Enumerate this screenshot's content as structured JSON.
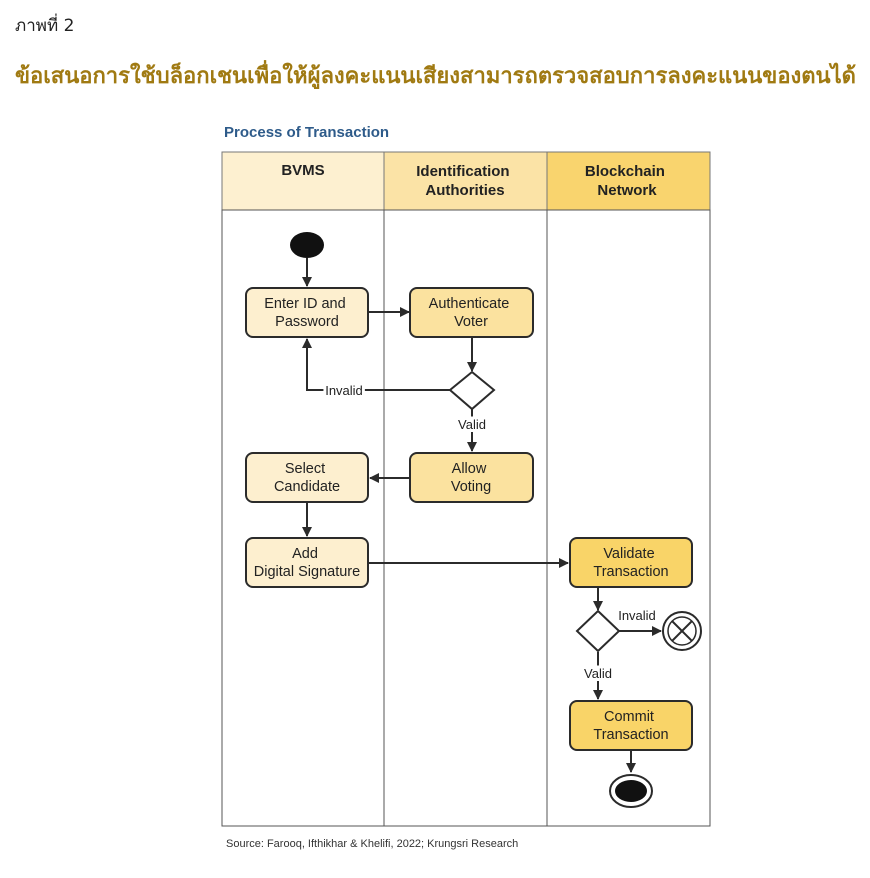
{
  "figure": {
    "label": "ภาพที่ 2",
    "title": "ข้อเสนอการใช้บล็อกเชนเพื่อให้ผู้ลงคะแนนเสียงสามารถตรวจสอบการลงคะแนนของตนได้"
  },
  "diagram": {
    "title": "Process of Transaction",
    "lanes": [
      {
        "label_lines": [
          "BVMS"
        ]
      },
      {
        "label_lines": [
          "Identification",
          "Authorities"
        ]
      },
      {
        "label_lines": [
          "Blockchain",
          "Network"
        ]
      }
    ],
    "nodes": {
      "enter_id": [
        "Enter ID and",
        "Password"
      ],
      "authenticate": [
        "Authenticate",
        "Voter"
      ],
      "allow_voting": [
        "Allow",
        "Voting"
      ],
      "select_candidate": [
        "Select",
        "Candidate"
      ],
      "add_signature": [
        "Add",
        "Digital Signature"
      ],
      "validate": [
        "Validate",
        "Transaction"
      ],
      "commit": [
        "Commit",
        "Transaction"
      ]
    },
    "edge_labels": {
      "invalid_1": "Invalid",
      "valid_1": "Valid",
      "invalid_2": "Invalid",
      "valid_2": "Valid"
    }
  },
  "source": "Source: Farooq, Ifthikhar & Khelifi, 2022; Krungsri Research",
  "colors": {
    "title": "#a07a12",
    "diagram_title": "#2e5b8a",
    "lane_header_1": "#fdf0d0",
    "lane_header_2": "#fbe3a6",
    "lane_header_3": "#f9d46e",
    "node_light": "#fdefcf",
    "node_mid": "#fbe29f",
    "node_dark": "#f9d468",
    "stroke": "#2b2b2b"
  }
}
